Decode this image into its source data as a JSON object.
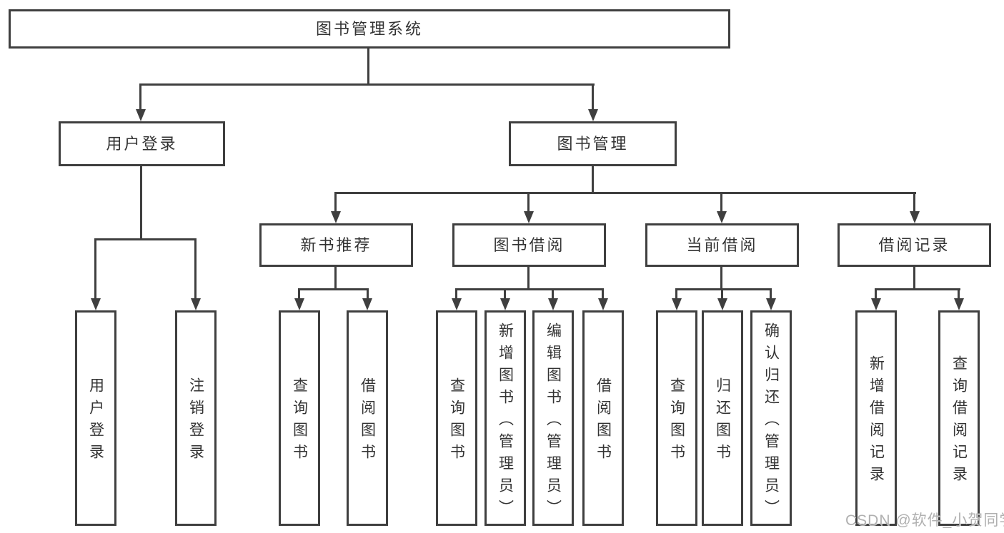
{
  "tree": {
    "label": "图书管理系统",
    "children": [
      {
        "label": "用户登录",
        "children": [
          {
            "label": "用户登录"
          },
          {
            "label": "注销登录"
          }
        ]
      },
      {
        "label": "图书管理",
        "children": [
          {
            "label": "新书推荐",
            "children": [
              {
                "label": "查询图书"
              },
              {
                "label": "借阅图书"
              }
            ]
          },
          {
            "label": "图书借阅",
            "children": [
              {
                "label": "查询图书"
              },
              {
                "label": "新增图书︵管理员︶"
              },
              {
                "label": "编辑图书︵管理员︶"
              },
              {
                "label": "借阅图书"
              }
            ]
          },
          {
            "label": "当前借阅",
            "children": [
              {
                "label": "查询图书"
              },
              {
                "label": "归还图书"
              },
              {
                "label": "确认归还︵管理员︶"
              }
            ]
          },
          {
            "label": "借阅记录",
            "children": [
              {
                "label": "新增借阅记录"
              },
              {
                "label": "查询借阅记录"
              }
            ]
          }
        ]
      }
    ]
  },
  "watermark": {
    "text": "CSDN @软件_小贺同学"
  },
  "colors": {
    "background": "#ffffff",
    "line": "#3f3f3f",
    "text": "#333333",
    "watermark": "#b0b0b0"
  }
}
